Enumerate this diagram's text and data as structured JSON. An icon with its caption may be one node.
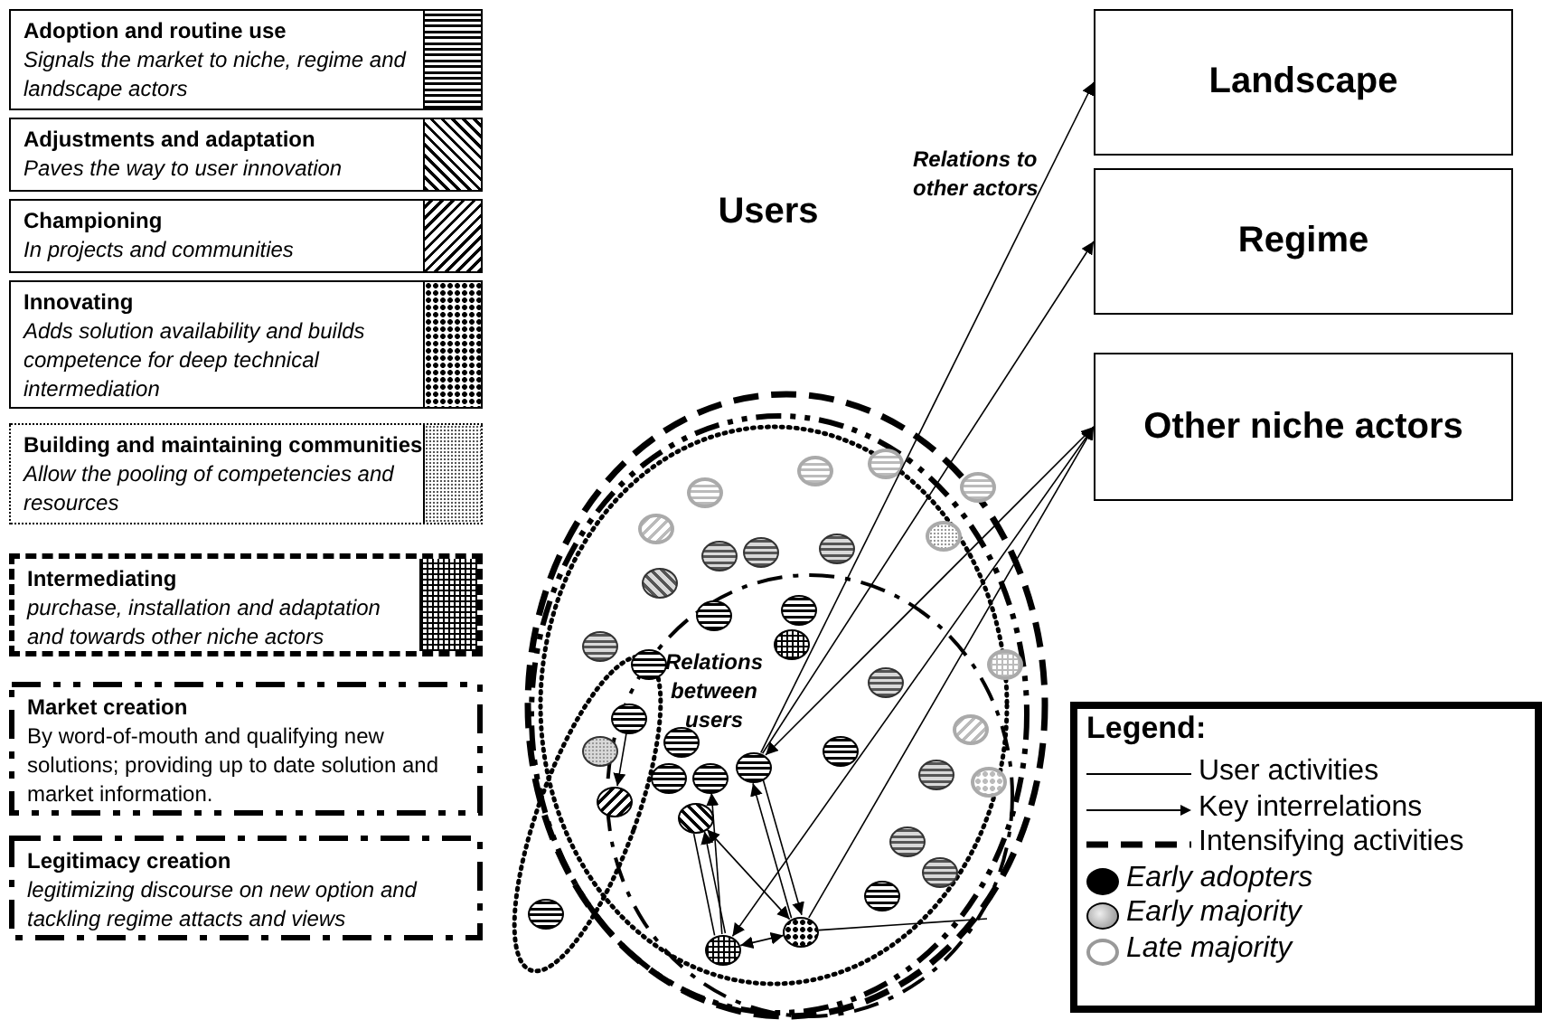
{
  "diagram": {
    "nodes": [
      {
        "text": [
          "Adoption and routine use",
          "Signals the market to niche, regime and landscape actors"
        ]
      },
      {
        "text": [
          "Adjustments and adaptation",
          "Paves the way to user innovation"
        ]
      },
      {
        "text": [
          "Championing",
          "In projects and communities"
        ]
      },
      {
        "text": [
          "Innovating",
          "Adds solution availability and builds competence for deep technical intermediation"
        ]
      },
      {
        "text": [
          "Building and maintaining communities",
          "Allow the pooling of competencies and resources"
        ]
      },
      {
        "text": [
          "Intermediating",
          "purchase, installation and adaptation and towards other niche actors"
        ]
      },
      {
        "text": [
          "Market creation",
          "By word-of-mouth and qualifying new solutions; providing up to date solution and market information."
        ]
      },
      {
        "text": [
          "Legitimacy creation",
          "legitimizing discourse on new option and tackling regime attacts and views"
        ]
      },
      {
        "text": [
          "Landscape"
        ]
      },
      {
        "text": [
          "Regime"
        ]
      },
      {
        "text": [
          "Other niche actors"
        ]
      },
      {
        "text": [],
        "shape": "circle"
      },
      {
        "text": [],
        "shape": "circle"
      },
      {
        "text": [],
        "shape": "circle"
      },
      {
        "text": [],
        "shape": "circle"
      },
      {
        "text": [],
        "shape": "circle"
      },
      {
        "text": [],
        "shape": "circle"
      },
      {
        "text": [],
        "shape": "circle"
      },
      {
        "text": [],
        "shape": "circle"
      },
      {
        "text": [],
        "shape": "circle"
      },
      {
        "text": [],
        "shape": "circle"
      },
      {
        "text": [],
        "shape": "circle"
      },
      {
        "text": [],
        "shape": "circle"
      },
      {
        "text": [],
        "shape": "circle"
      },
      {
        "text": [],
        "shape": "circle"
      },
      {
        "text": [],
        "shape": "circle"
      },
      {
        "text": [],
        "shape": "circle"
      },
      {
        "text": [],
        "shape": "circle"
      },
      {
        "text": [],
        "shape": "circle"
      },
      {
        "text": [],
        "shape": "circle"
      },
      {
        "text": [],
        "shape": "circle"
      },
      {
        "text": [],
        "shape": "circle"
      },
      {
        "text": [],
        "shape": "circle"
      },
      {
        "text": [],
        "shape": "circle"
      },
      {
        "text": [],
        "shape": "circle"
      },
      {
        "text": [],
        "shape": "circle"
      },
      {
        "text": [],
        "shape": "circle"
      },
      {
        "text": [],
        "shape": "circle"
      },
      {
        "text": [],
        "shape": "circle"
      },
      {
        "text": [],
        "shape": "circle"
      },
      {
        "text": [],
        "shape": "circle"
      },
      {
        "text": [],
        "shape": "circle"
      },
      {
        "text": [],
        "shape": "circle"
      },
      {
        "text": [],
        "shape": "circle"
      },
      {
        "text": [],
        "shape": "circle"
      },
      {
        "text": [],
        "shape": "circle"
      }
    ],
    "edges": [
      {
        "from": 13,
        "to": 8,
        "arrow": "to"
      },
      {
        "from": 13,
        "to": 9,
        "arrow": "to"
      },
      {
        "from": 10,
        "to": 13,
        "arrow": "both"
      },
      {
        "from": 17,
        "to": 10,
        "arrow": "both"
      },
      {
        "from": 16,
        "to": 10,
        "arrow": "to"
      },
      {
        "from": 16,
        "to": null,
        "arrow": "none"
      },
      {
        "from": 11,
        "to": 14,
        "arrow": "to"
      },
      {
        "from": 17,
        "to": 15,
        "arrow": "to"
      },
      {
        "from": 15,
        "to": 17,
        "arrow": "none"
      },
      {
        "from": 17,
        "to": 12,
        "arrow": "to"
      },
      {
        "from": 13,
        "to": 16,
        "arrow": "to"
      },
      {
        "from": 16,
        "to": 13,
        "arrow": "to"
      },
      {
        "from": 15,
        "to": 16,
        "arrow": "both"
      },
      {
        "from": 17,
        "to": 16,
        "arrow": "both"
      }
    ],
    "labels": [
      "Relations to other actors",
      "Users",
      "Relations between users",
      "Legend:"
    ],
    "legend": [
      {
        "text": "User activities"
      },
      {
        "text": "Key interrelations"
      },
      {
        "text": "Intensifying activities"
      },
      {
        "text": "Early adopters"
      },
      {
        "text": "Early majority"
      },
      {
        "text": "Late majority"
      }
    ]
  }
}
